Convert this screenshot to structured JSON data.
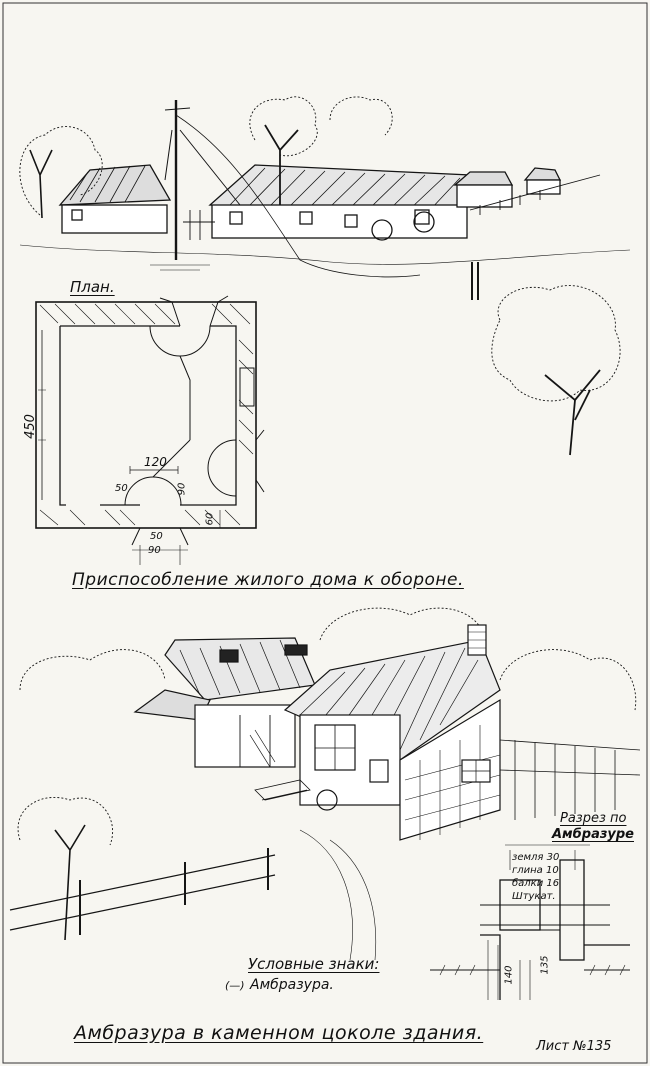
{
  "plan": {
    "title": "План.",
    "dim_450": "450",
    "dim_120": "120",
    "dim_50_left": "50",
    "dim_90_right": "90",
    "dim_60": "60",
    "dim_50_bottom": "50",
    "dim_90_bottom": "90"
  },
  "caption_top": "Приспособление жилого дома к обороне.",
  "section": {
    "title_line1": "Разрез по",
    "title_line2": "Амбразуре",
    "layers": [
      "земля 30",
      "глина 10",
      "балки 16",
      "Штукат."
    ],
    "dim_135": "135",
    "dim_140": "140"
  },
  "legend": {
    "title": "Условные знаки:",
    "item_symbol": "(—)",
    "item_label": "Амбразура."
  },
  "caption_bottom": "Амбразура в каменном цоколе здания.",
  "sheet_number": "Лист №135"
}
